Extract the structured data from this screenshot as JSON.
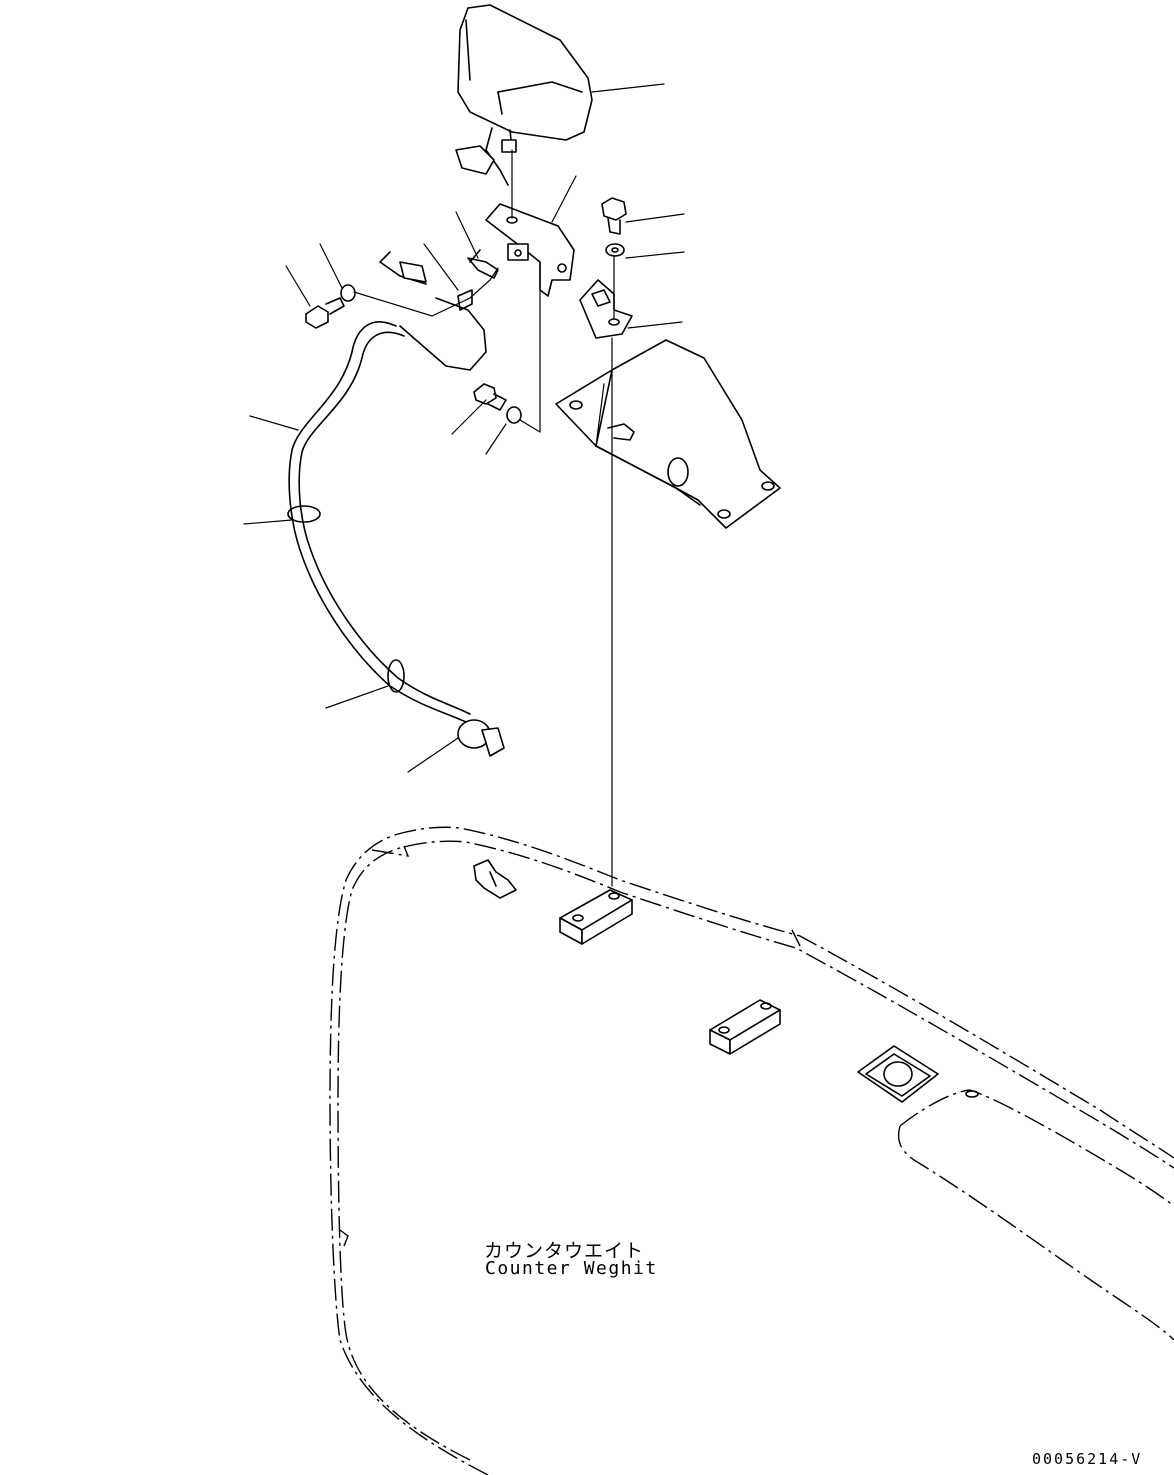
{
  "drawing": {
    "label_jp": "カウンタウエイト",
    "label_en": "Counter Weghit",
    "drawing_number": "00056214-V"
  },
  "parts": [
    "work-lamp",
    "lamp-bracket",
    "bolt",
    "washer",
    "mount-bracket",
    "lamp-base",
    "wiring-harness",
    "clamp",
    "clip",
    "counterweight"
  ]
}
